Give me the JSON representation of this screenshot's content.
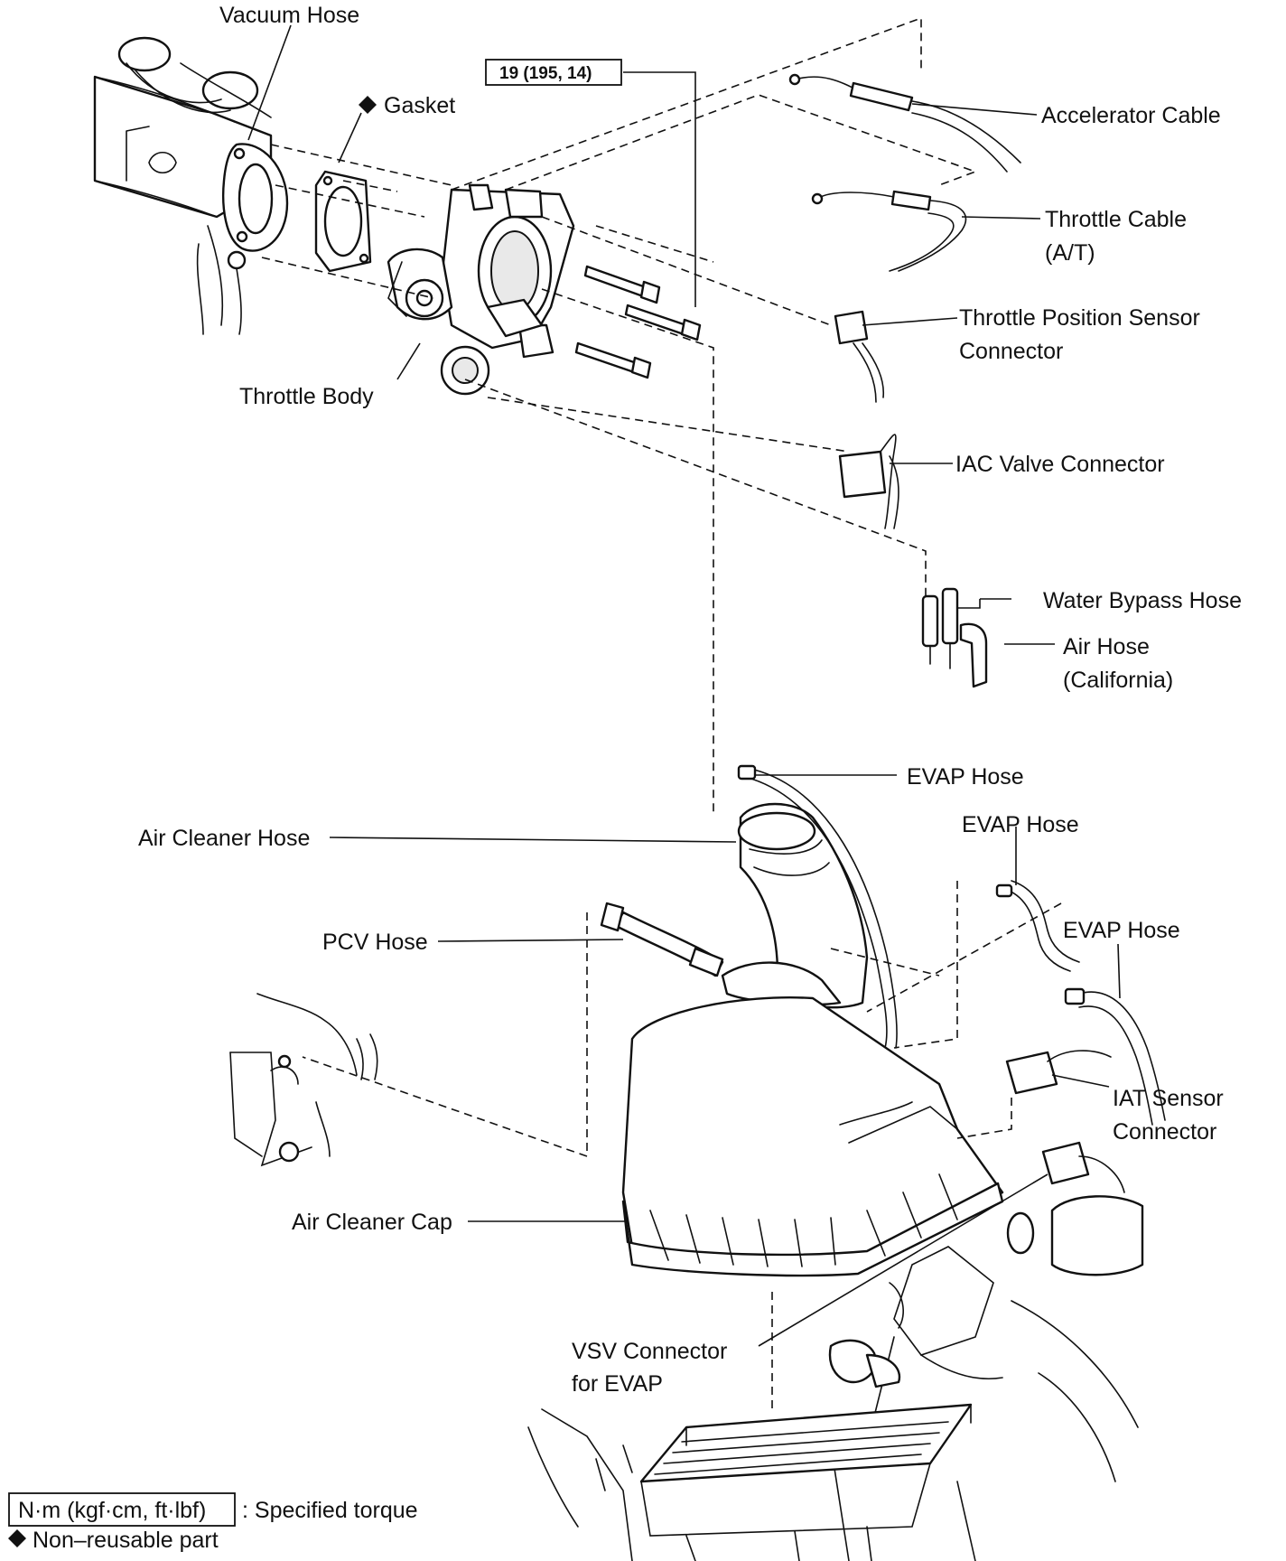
{
  "labels": {
    "vacuum_hose": "Vacuum Hose",
    "gasket": "Gasket",
    "torque_spec": "19 (195, 14)",
    "accelerator_cable": "Accelerator Cable",
    "throttle_cable": "Throttle Cable",
    "throttle_cable_note": "(A/T)",
    "tps_connector_line1": "Throttle Position Sensor",
    "tps_connector_line2": "Connector",
    "throttle_body": "Throttle Body",
    "iac_valve_connector": "IAC Valve Connector",
    "water_bypass_hose": "Water Bypass Hose",
    "air_hose": "Air Hose",
    "air_hose_note": "(California)",
    "evap_hose_1": "EVAP Hose",
    "evap_hose_2": "EVAP Hose",
    "evap_hose_3": "EVAP Hose",
    "air_cleaner_hose": "Air Cleaner Hose",
    "pcv_hose": "PCV Hose",
    "iat_sensor_line1": "IAT  Sensor",
    "iat_sensor_line2": "Connector",
    "air_cleaner_cap": "Air Cleaner Cap",
    "vsv_connector_line1": "VSV Connector",
    "vsv_connector_line2": "for EVAP"
  },
  "legend": {
    "torque_unit_box": "N·m (kgf·cm, ft·lbf)",
    "torque_desc": ": Specified torque",
    "nonreusable_desc": "Non–reusable part"
  },
  "icons": {
    "nonreusable_marker": "black-diamond-icon"
  }
}
